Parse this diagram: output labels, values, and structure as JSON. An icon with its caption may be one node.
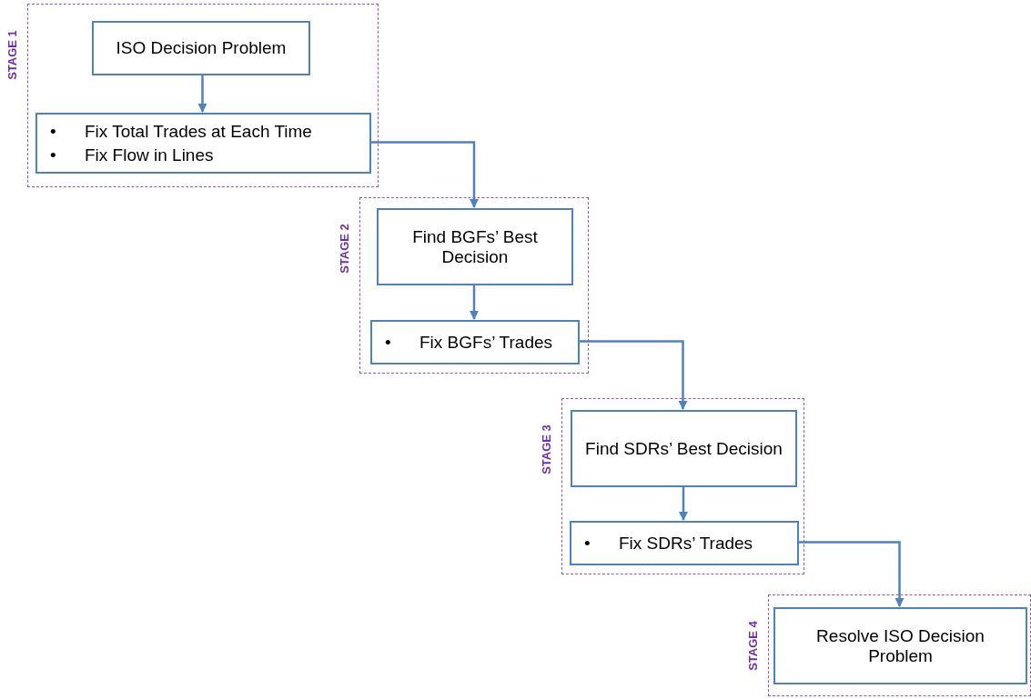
{
  "diagram": {
    "nodes": [
      {
        "text": [
          "STAGE 1"
        ]
      },
      {
        "text": [
          "ISO Decision Problem"
        ],
        "in": 0
      },
      {
        "text": [
          "•",
          "Fix Total Trades at Each Time",
          "•",
          "Fix Flow in Lines"
        ],
        "in": 0
      },
      {
        "text": [
          "STAGE 2"
        ]
      },
      {
        "text": [
          "Find BGFs’ Best Decision"
        ],
        "in": 3
      },
      {
        "text": [
          "•",
          "Fix BGFs’ Trades"
        ],
        "in": 3
      },
      {
        "text": [
          "STAGE 3"
        ]
      },
      {
        "text": [
          "Find SDRs’ Best Decision"
        ],
        "in": 6
      },
      {
        "text": [
          "•",
          "Fix SDRs’ Trades"
        ],
        "in": 6
      },
      {
        "text": [
          "STAGE 4"
        ]
      },
      {
        "text": [
          "Resolve ISO Decision Problem"
        ],
        "in": 9
      }
    ],
    "edges": [
      {
        "from": 1,
        "to": 2,
        "arrow": "to"
      },
      {
        "from": 2,
        "to": 4,
        "arrow": "to"
      },
      {
        "from": 4,
        "to": 5,
        "arrow": "to"
      },
      {
        "from": 5,
        "to": 7,
        "arrow": "to"
      },
      {
        "from": 7,
        "to": 8,
        "arrow": "to"
      },
      {
        "from": 8,
        "to": 10,
        "arrow": "to"
      }
    ]
  }
}
